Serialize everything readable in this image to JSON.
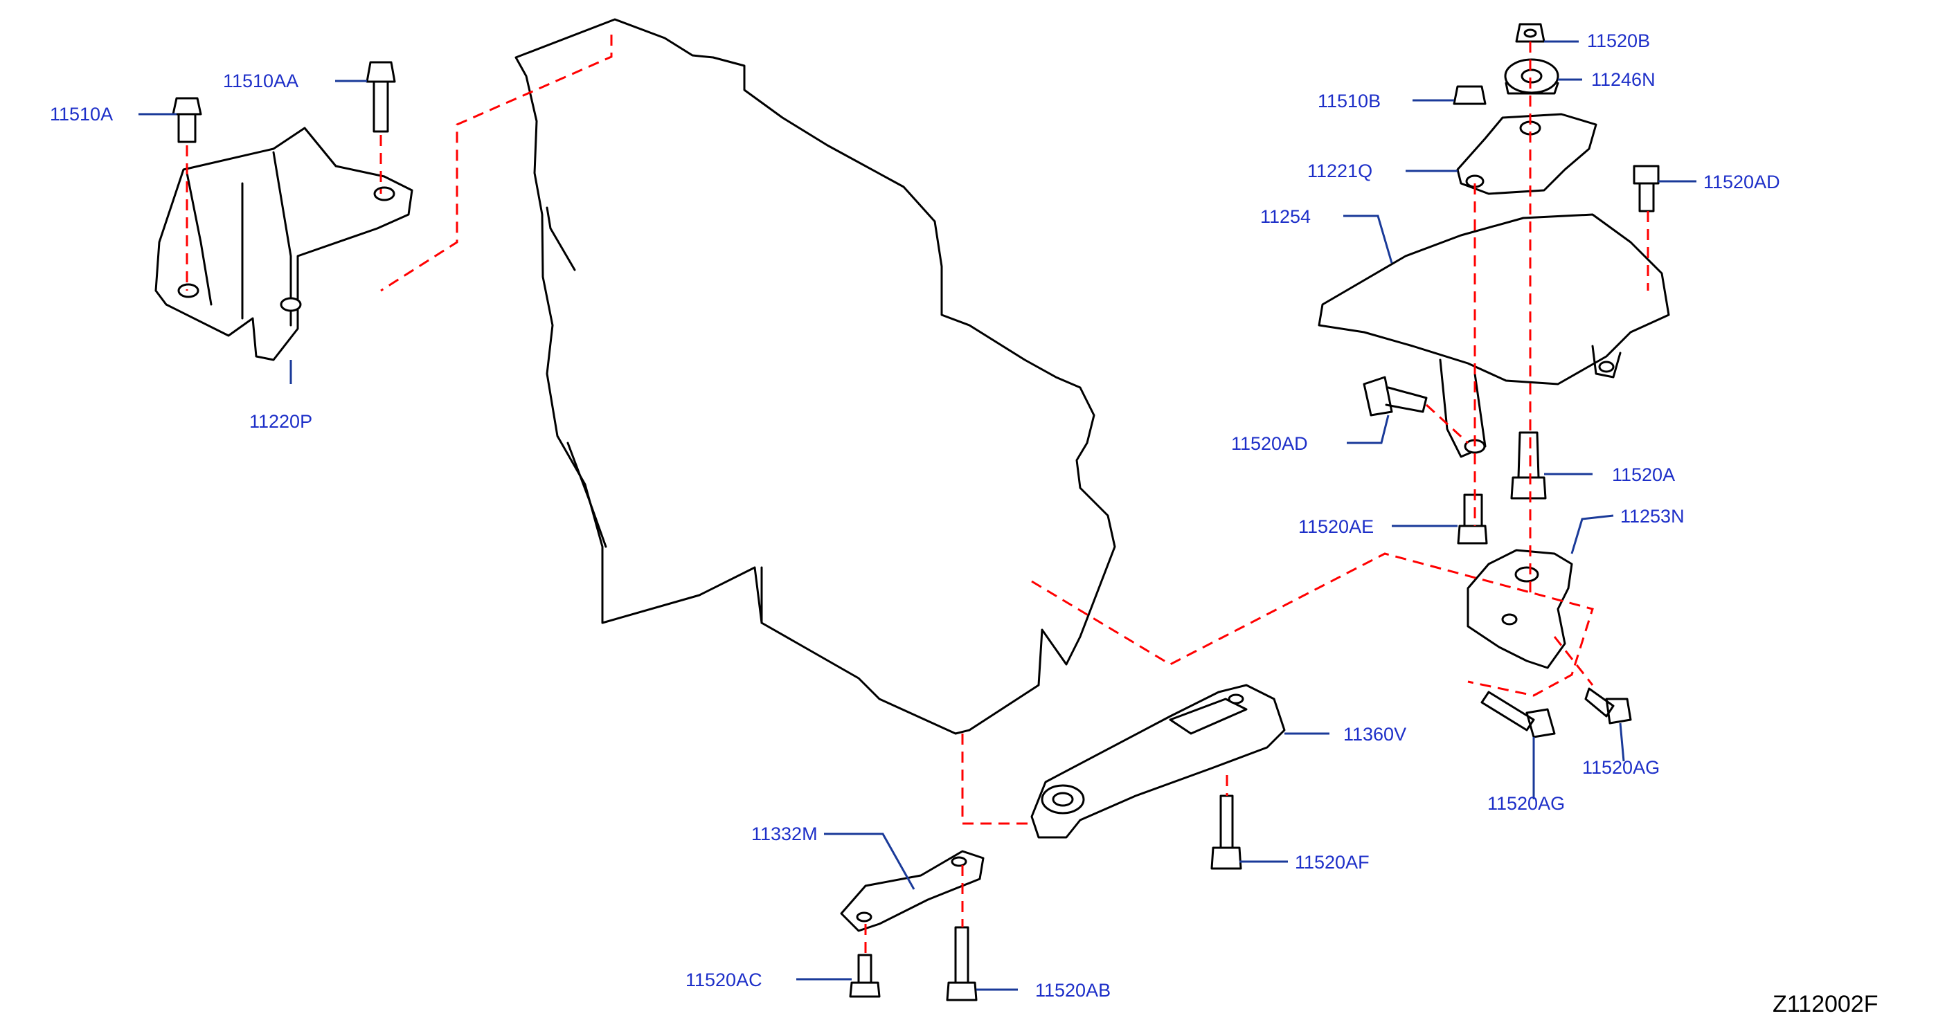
{
  "diagram": {
    "labels": {
      "p11510A": "11510A",
      "p11510AA": "11510AA",
      "p11220P": "11220P",
      "p11520B": "11520B",
      "p11246N": "11246N",
      "p11510B": "11510B",
      "p11221Q": "11221Q",
      "p11520AD_top": "11520AD",
      "p11254": "11254",
      "p11520AD_left": "11520AD",
      "p11520A": "11520A",
      "p11520AE": "11520AE",
      "p11253N": "11253N",
      "p11360V": "11360V",
      "p11520AG_right": "11520AG",
      "p11520AG_left": "11520AG",
      "p11332M": "11332M",
      "p11520AF": "11520AF",
      "p11520AC": "11520AC",
      "p11520AB": "11520AB"
    },
    "figure_code": "Z112002F"
  }
}
